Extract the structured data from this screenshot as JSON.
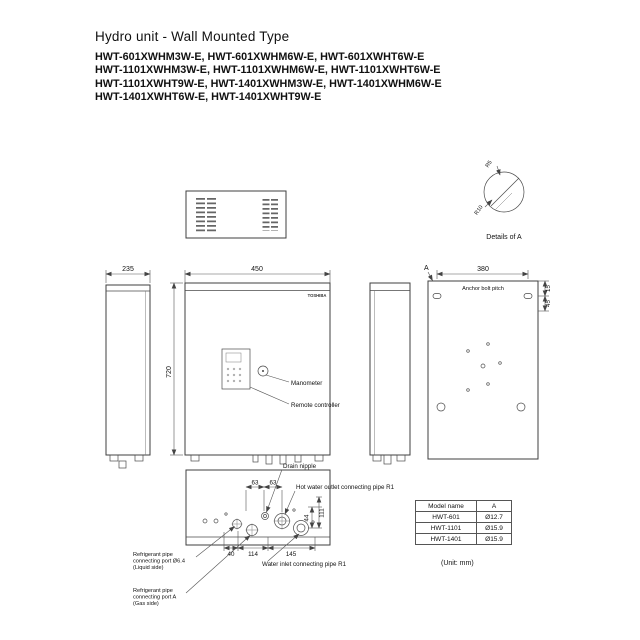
{
  "page": {
    "title": "Hydro unit - Wall Mounted Type",
    "model_lines": [
      "HWT-601XWHM3W-E, HWT-601XWHM6W-E, HWT-601XWHT6W-E",
      "HWT-1101XWHM3W-E, HWT-1101XWHM6W-E, HWT-1101XWHT6W-E",
      "HWT-1101XWHT9W-E, HWT-1401XWHM3W-E, HWT-1401XWHM6W-E",
      "HWT-1401XWHT6W-E, HWT-1401XWHT9W-E"
    ],
    "unit_note": "(Unit: mm)"
  },
  "labels": {
    "details_of_a": "Details of A",
    "r5": "R5",
    "r10": "R10",
    "a_marker": "A",
    "anchor_bolt_pitch": "Anchor bolt pitch",
    "brand": "TOSHIBA",
    "manometer": "Manometer",
    "remote_controller": "Remote controller",
    "drain_nipple": "Drain nipple",
    "hot_water_outlet": "Hot water outlet connecting pipe R1",
    "water_inlet": "Water inlet connecting pipe R1",
    "refrigerant_liquid_l1": "Refrigerant pipe",
    "refrigerant_liquid_l2": "connecting port Ø6.4",
    "refrigerant_liquid_l3": "(Liquid side)",
    "refrigerant_gas_l1": "Refrigerant pipe",
    "refrigerant_gas_l2": "connecting port A",
    "refrigerant_gas_l3": "(Gas side)"
  },
  "dims": {
    "side_width": "235",
    "front_width": "450",
    "height": "720",
    "anchor_pitch": "380",
    "top_offset": "15",
    "slot_offset": "45",
    "drain_left": "63",
    "drain_right": "63",
    "v44": "44",
    "v111": "111",
    "b40": "40",
    "b114": "114",
    "b145": "145"
  },
  "table": {
    "col_model": "Model name",
    "col_a": "A",
    "rows": [
      {
        "model": "HWT-601",
        "a": "Ø12.7"
      },
      {
        "model": "HWT-1101",
        "a": "Ø15.9"
      },
      {
        "model": "HWT-1401",
        "a": "Ø15.9"
      }
    ]
  }
}
